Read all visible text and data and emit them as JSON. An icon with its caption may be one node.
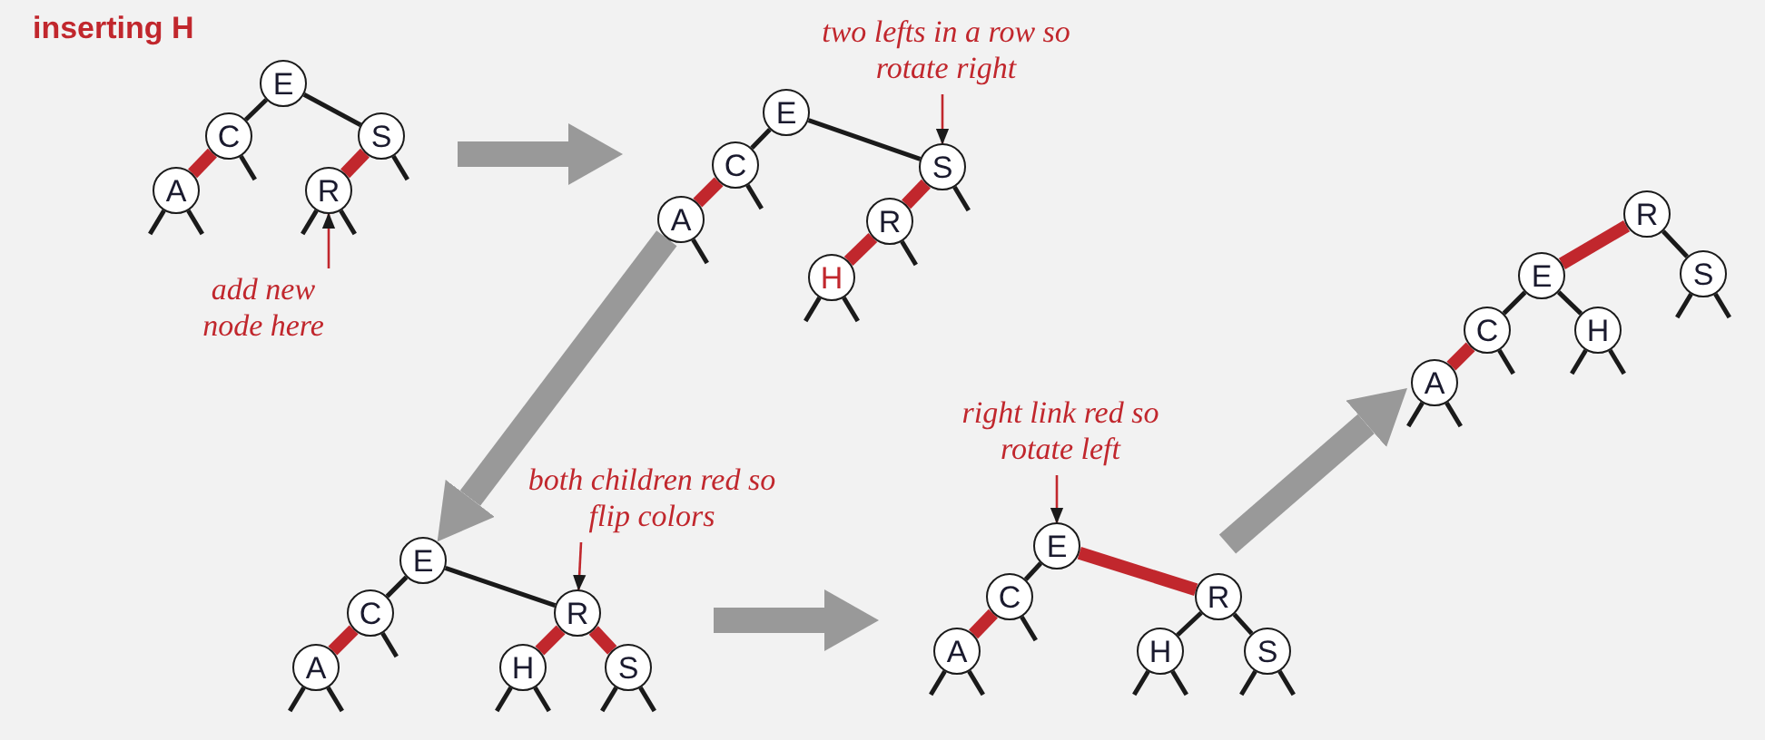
{
  "diagram": {
    "title": "inserting H",
    "nodes": [
      {
        "text": [
          "E"
        ]
      },
      {
        "text": [
          "C"
        ]
      },
      {
        "text": [
          "S"
        ]
      },
      {
        "text": [
          "A"
        ]
      },
      {
        "text": [
          "R"
        ]
      },
      {
        "text": [
          "add new node here"
        ]
      },
      {
        "text": [
          "two lefts in a row so rotate right"
        ]
      },
      {
        "text": [
          "E"
        ]
      },
      {
        "text": [
          "C"
        ]
      },
      {
        "text": [
          "S"
        ]
      },
      {
        "text": [
          "A"
        ]
      },
      {
        "text": [
          "R"
        ]
      },
      {
        "text": [
          "H"
        ]
      },
      {
        "text": [
          "R"
        ]
      },
      {
        "text": [
          "E"
        ]
      },
      {
        "text": [
          "S"
        ]
      },
      {
        "text": [
          "C"
        ]
      },
      {
        "text": [
          "H"
        ]
      },
      {
        "text": [
          "A"
        ]
      },
      {
        "text": [
          "both children red so flip colors"
        ]
      },
      {
        "text": [
          "E"
        ]
      },
      {
        "text": [
          "C"
        ]
      },
      {
        "text": [
          "R"
        ]
      },
      {
        "text": [
          "A"
        ]
      },
      {
        "text": [
          "H"
        ]
      },
      {
        "text": [
          "S"
        ]
      },
      {
        "text": [
          "right link red so rotate left"
        ]
      },
      {
        "text": [
          "E"
        ]
      },
      {
        "text": [
          "C"
        ]
      },
      {
        "text": [
          "R"
        ]
      },
      {
        "text": [
          "A"
        ]
      },
      {
        "text": [
          "H"
        ]
      },
      {
        "text": [
          "S"
        ]
      }
    ],
    "edges": [
      {
        "from": 0,
        "to": 1,
        "arrow": "none",
        "color": "#1a1a1a"
      },
      {
        "from": 0,
        "to": 2,
        "arrow": "none",
        "color": "#1a1a1a"
      },
      {
        "from": 1,
        "to": 3,
        "arrow": "none",
        "style": "thick",
        "color": "#c1272d"
      },
      {
        "from": 2,
        "to": 4,
        "arrow": "none",
        "style": "thick",
        "color": "#c1272d"
      },
      {
        "from": 5,
        "to": 4,
        "arrow": "to",
        "color": "#c1272d"
      },
      {
        "from": 6,
        "to": 9,
        "arrow": "to",
        "color": "#c1272d"
      },
      {
        "from": 7,
        "to": 8,
        "arrow": "none",
        "color": "#1a1a1a"
      },
      {
        "from": 7,
        "to": 9,
        "arrow": "none",
        "color": "#1a1a1a"
      },
      {
        "from": 8,
        "to": 10,
        "arrow": "none",
        "style": "thick",
        "color": "#c1272d"
      },
      {
        "from": 9,
        "to": 11,
        "arrow": "none",
        "style": "thick",
        "color": "#c1272d"
      },
      {
        "from": 11,
        "to": 12,
        "arrow": "none",
        "style": "thick",
        "color": "#c1272d"
      },
      {
        "from": 13,
        "to": 14,
        "arrow": "none",
        "style": "thick",
        "color": "#c1272d"
      },
      {
        "from": 13,
        "to": 15,
        "arrow": "none",
        "color": "#1a1a1a"
      },
      {
        "from": 14,
        "to": 16,
        "arrow": "none",
        "color": "#1a1a1a"
      },
      {
        "from": 14,
        "to": 17,
        "arrow": "none",
        "color": "#1a1a1a"
      },
      {
        "from": 16,
        "to": 18,
        "arrow": "none",
        "style": "thick",
        "color": "#c1272d"
      },
      {
        "from": 19,
        "to": 22,
        "arrow": "to",
        "color": "#c1272d"
      },
      {
        "from": 20,
        "to": 21,
        "arrow": "none",
        "color": "#1a1a1a"
      },
      {
        "from": 20,
        "to": 22,
        "arrow": "none",
        "color": "#1a1a1a"
      },
      {
        "from": 21,
        "to": 23,
        "arrow": "none",
        "style": "thick",
        "color": "#c1272d"
      },
      {
        "from": 22,
        "to": 24,
        "arrow": "none",
        "style": "thick",
        "color": "#c1272d"
      },
      {
        "from": 22,
        "to": 25,
        "arrow": "none",
        "style": "thick",
        "color": "#c1272d"
      },
      {
        "from": 26,
        "to": 27,
        "arrow": "to",
        "color": "#c1272d"
      },
      {
        "from": 27,
        "to": 28,
        "arrow": "none",
        "color": "#1a1a1a"
      },
      {
        "from": 27,
        "to": 29,
        "arrow": "none",
        "style": "thick",
        "color": "#c1272d"
      },
      {
        "from": 28,
        "to": 30,
        "arrow": "none",
        "style": "thick",
        "color": "#c1272d"
      },
      {
        "from": 29,
        "to": 31,
        "arrow": "none",
        "color": "#1a1a1a"
      },
      {
        "from": 29,
        "to": 32,
        "arrow": "none",
        "color": "#1a1a1a"
      },
      {
        "from": 2,
        "to": 10,
        "arrow": "to",
        "style": "thick",
        "color": "#999999"
      },
      {
        "from": 10,
        "to": 20,
        "arrow": "to",
        "style": "thick",
        "color": "#999999"
      },
      {
        "from": 25,
        "to": 30,
        "arrow": "to",
        "style": "thick",
        "color": "#999999"
      },
      {
        "from": 29,
        "to": 18,
        "arrow": "to",
        "style": "thick",
        "color": "#999999"
      }
    ]
  }
}
